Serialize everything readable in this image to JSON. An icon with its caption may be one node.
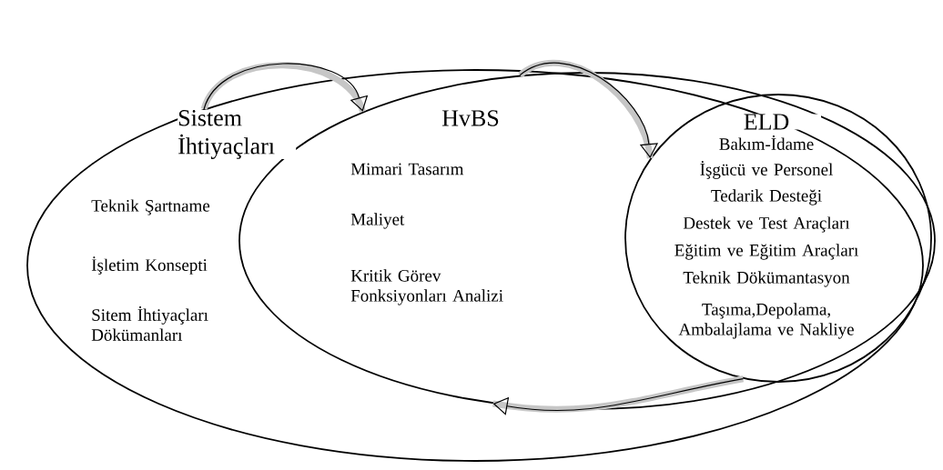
{
  "diagram": {
    "nodes": [
      {
        "text": [
          "Sistem İhtiyaçları",
          "Teknik Şartname",
          "İşletim Konsepti",
          "Sitem İhtiyaçları Dökümanları"
        ]
      },
      {
        "text": [
          "HvBS",
          "Mimari Tasarım",
          "Maliyet",
          "Kritik Görev Fonksiyonları Analizi"
        ],
        "in": 0
      },
      {
        "text": [
          "ELD",
          "Bakım-İdame",
          "İşgücü ve Personel",
          "Tedarik Desteği",
          "Destek ve Test Araçları",
          "Eğitim ve Eğitim Araçları",
          "Teknik Dökümantasyon",
          "Taşıma,Depolama, Ambalajlama ve Nakliye"
        ],
        "in": 1
      }
    ],
    "edges": [
      {
        "from": 0,
        "to": 1,
        "arrow": "to"
      },
      {
        "from": 1,
        "to": 2,
        "arrow": "to"
      },
      {
        "from": 2,
        "to": 1,
        "arrow": "to"
      }
    ]
  }
}
